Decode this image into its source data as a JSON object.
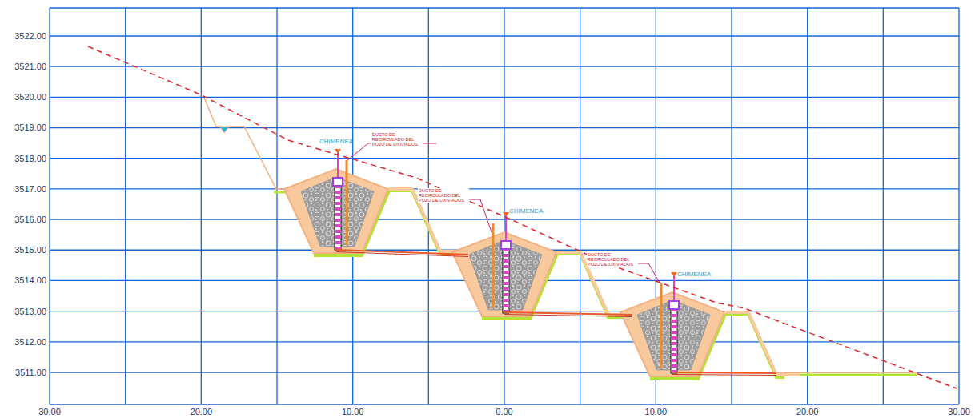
{
  "diagram": {
    "labels": [
      "3522.00",
      "3521.00",
      "3520.00",
      "3519.00",
      "3518.00",
      "3517.00",
      "3516.00",
      "3515.00",
      "3514.00",
      "3513.00",
      "3512.00",
      "3511.00",
      "30.00",
      "20.00",
      "10.00",
      "0.00",
      "10.00",
      "20.00",
      "30.00",
      "CHIMENEA",
      "DUCTO DE RECIRCULADO DEL POZO DE LIXIVIADOS",
      "CHIMENEA",
      "DUCTO DE RECIRCULADO DEL POZO DE LIXIVIADOS",
      "CHIMENEA",
      "DUCTO DE RECIRCULADO DEL POZO DE LIXIVIADOS"
    ]
  }
}
